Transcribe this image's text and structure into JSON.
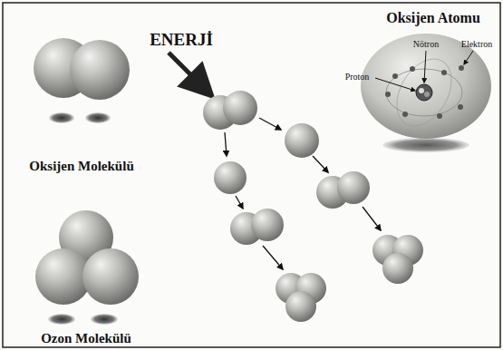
{
  "diagram": {
    "labels": [
      "ENERJİ",
      "Oksijen Atomu",
      "Proton",
      "Nötron",
      "Elektron",
      "Oksijen Molekülü",
      "Ozon Molekülü"
    ]
  }
}
